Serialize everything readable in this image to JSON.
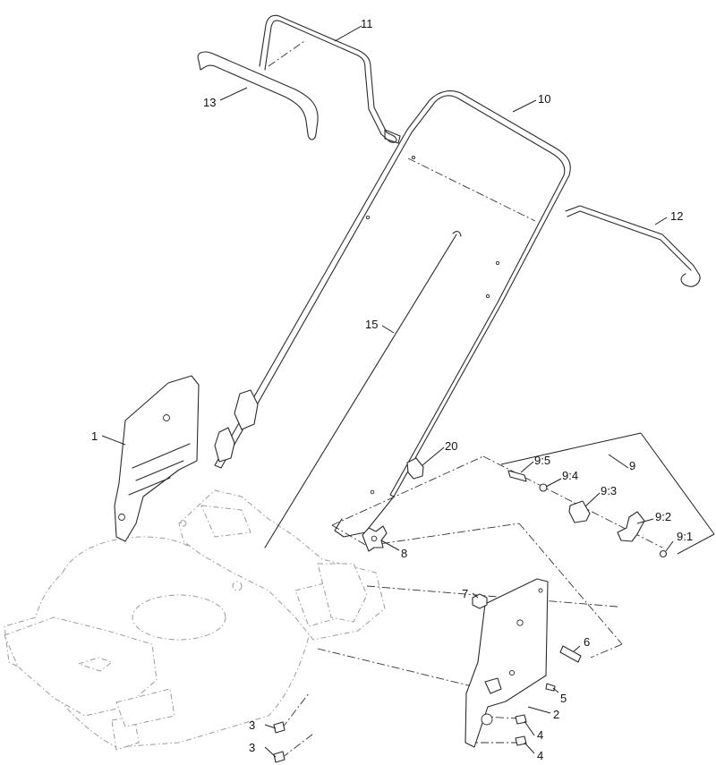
{
  "callouts": {
    "c1": "1",
    "c2": "2",
    "c3a": "3",
    "c3b": "3",
    "c4a": "4",
    "c4b": "4",
    "c5": "5",
    "c6": "6",
    "c7": "7",
    "c8": "8",
    "c9": "9",
    "c9_1": "9:1",
    "c9_2": "9:2",
    "c9_3": "9:3",
    "c9_4": "9:4",
    "c9_5": "9:5",
    "c10": "10",
    "c11": "11",
    "c12": "12",
    "c13": "13",
    "c15": "15",
    "c20": "20"
  }
}
